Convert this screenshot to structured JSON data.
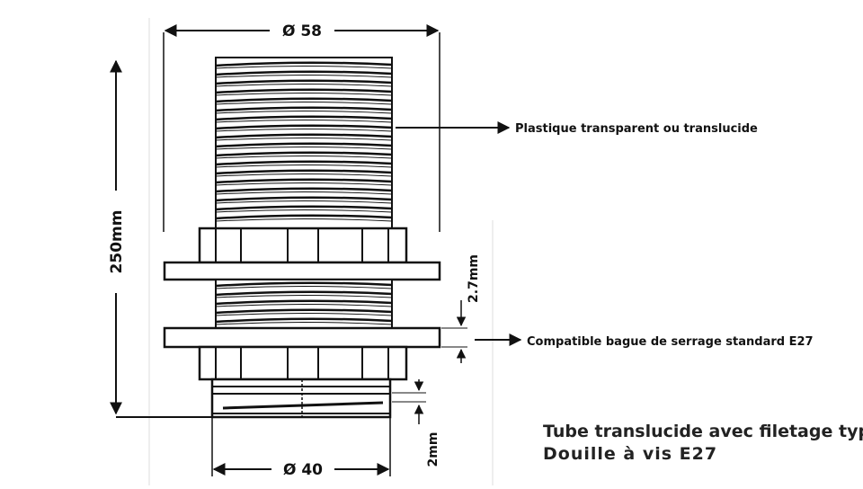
{
  "dimensions": {
    "top_diameter": "Ø 58",
    "bottom_diameter": "Ø 40",
    "height": "250mm",
    "ring_thickness": "2.7mm",
    "thread_step": "2mm"
  },
  "annotations": {
    "material": "Plastique transparent ou translucide",
    "ring": "Compatible bague de serrage standard E27"
  },
  "caption": {
    "line1": "Tube translucide avec filetage type",
    "line2": "Douille à vis E27"
  }
}
